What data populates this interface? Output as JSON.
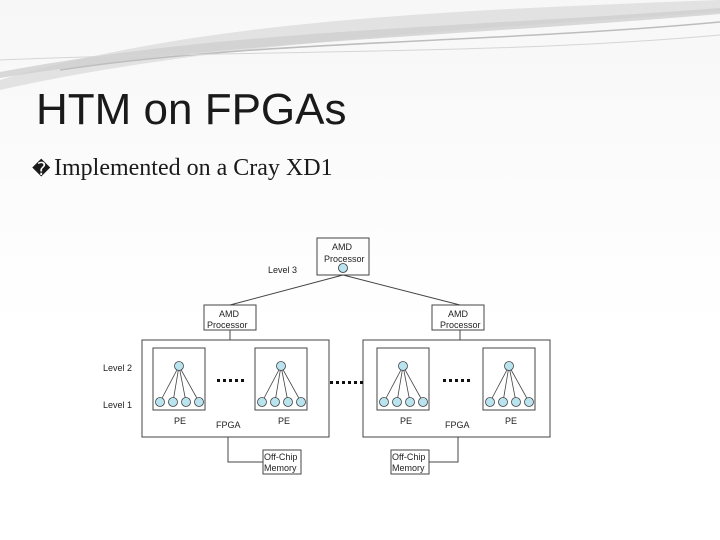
{
  "slide": {
    "title": "HTM on FPGAs",
    "bullet_marker": "�",
    "bullet_text": "Implemented on a Cray XD1"
  },
  "diagram": {
    "top_processor": [
      "AMD",
      "Processor"
    ],
    "left_processor": [
      "AMD",
      "Processor"
    ],
    "right_processor": [
      "AMD",
      "Processor"
    ],
    "level3": "Level 3",
    "level2": "Level 2",
    "level1": "Level 1",
    "pe": "PE",
    "fpga": "FPGA",
    "memory": [
      "Off-Chip",
      "Memory"
    ]
  }
}
